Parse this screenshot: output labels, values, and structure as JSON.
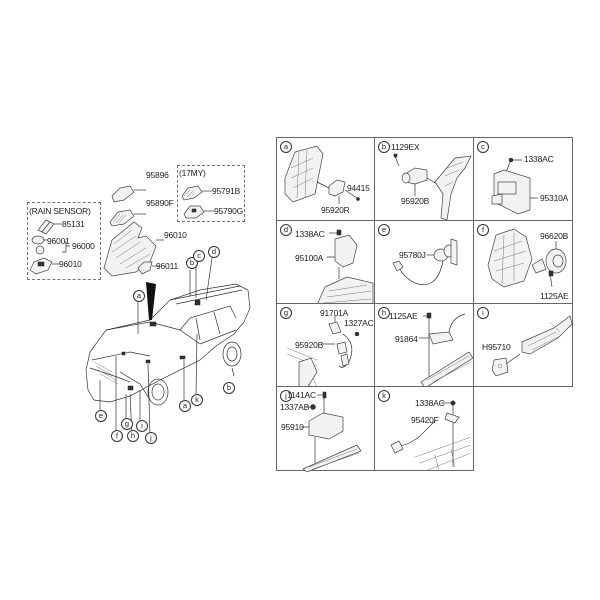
{
  "overview": {
    "rain_sensor_box": {
      "title": "(RAIN SENSOR)",
      "parts": [
        {
          "id": "85131"
        },
        {
          "id": "96001"
        },
        {
          "id": "96000"
        },
        {
          "id": "96010"
        }
      ]
    },
    "my17_box": {
      "title": "(17MY)",
      "parts": [
        {
          "id": "95791B"
        },
        {
          "id": "95790G"
        }
      ]
    },
    "parts": [
      {
        "id": "95896"
      },
      {
        "id": "95890F"
      },
      {
        "id": "96010"
      },
      {
        "id": "96011"
      }
    ],
    "vehicle_callouts": [
      "a",
      "b",
      "c",
      "d",
      "a",
      "k",
      "b",
      "e",
      "f",
      "g",
      "h",
      "i",
      "j",
      "a"
    ]
  },
  "panels": [
    {
      "key": "a",
      "parts": [
        "94415",
        "95920R"
      ]
    },
    {
      "key": "b",
      "parts": [
        "1129EX",
        "95920B"
      ]
    },
    {
      "key": "c",
      "parts": [
        "1338AC",
        "95310A"
      ]
    },
    {
      "key": "d",
      "parts": [
        "1338AC",
        "95100A"
      ]
    },
    {
      "key": "e",
      "parts": [
        "95780J"
      ]
    },
    {
      "key": "f",
      "parts": [
        "96620B",
        "1125AE"
      ]
    },
    {
      "key": "g",
      "parts": [
        "91701A",
        "1327AC",
        "95920B"
      ]
    },
    {
      "key": "h",
      "parts": [
        "1125AE",
        "91864"
      ]
    },
    {
      "key": "i",
      "parts": [
        "H95710"
      ]
    },
    {
      "key": "j",
      "parts": [
        "1141AC",
        "1337AB",
        "95910"
      ]
    },
    {
      "key": "k",
      "parts": [
        "1338AC",
        "95420F"
      ]
    }
  ]
}
